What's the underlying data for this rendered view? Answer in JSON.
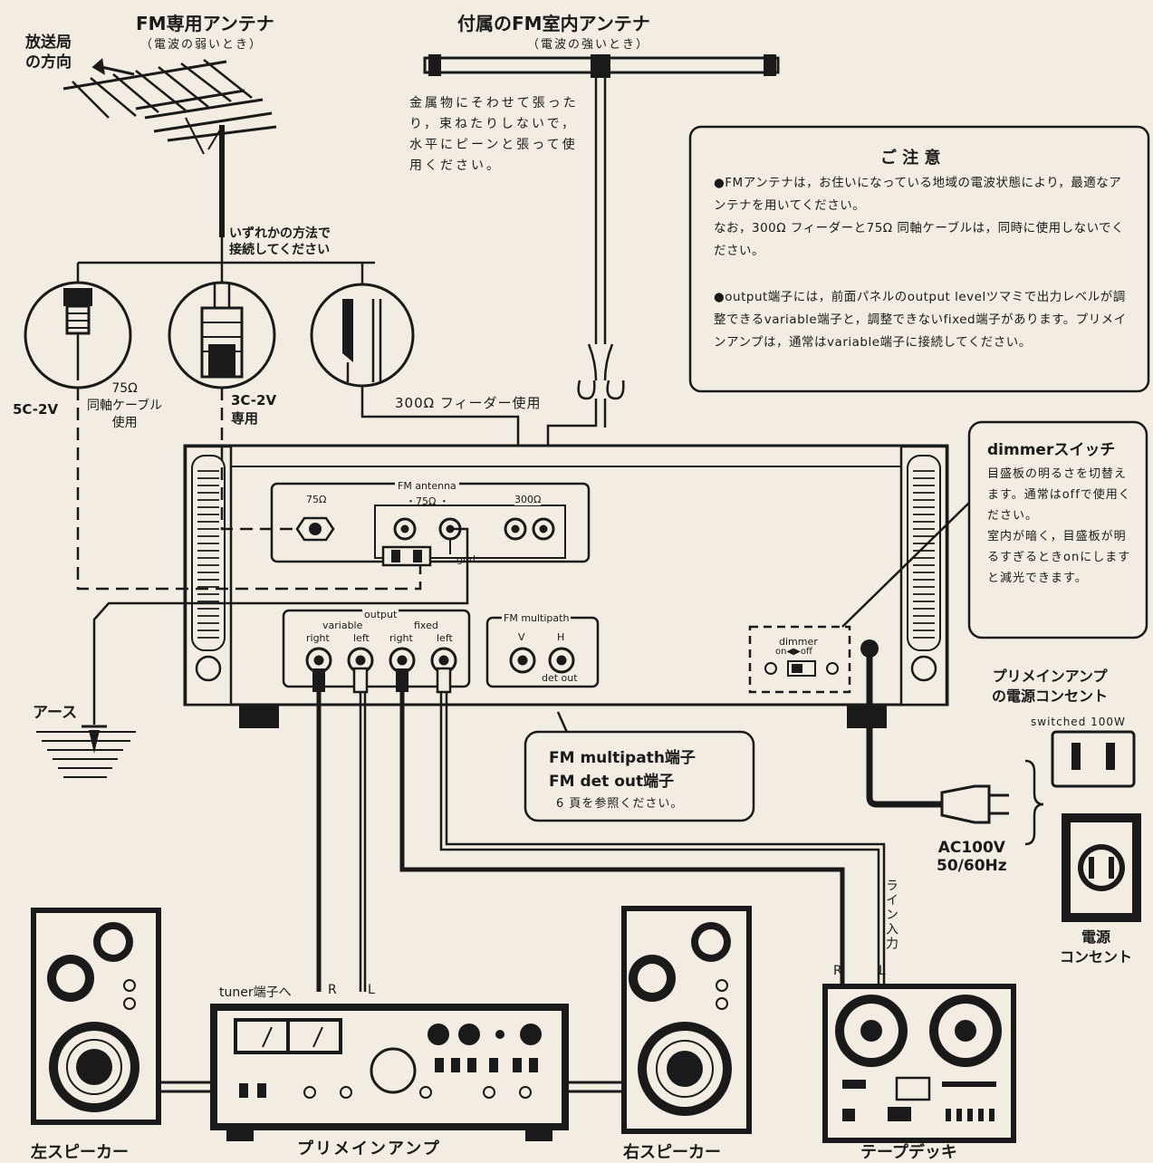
{
  "antennas": {
    "fm_dedicated": {
      "title": "FM専用アンテナ",
      "subtitle": "（電波の弱いとき）"
    },
    "broadcast_direction": "放送局\nの方向",
    "indoor": {
      "title": "付属のFM室内アンテナ",
      "subtitle": "（電波の強いとき）"
    },
    "indoor_instructions": "金属物にそわせて張ったり，束ねたりしないで，水平にピーンと張って使用ください。",
    "connect_either": "いずれかの方法で\n接続してください"
  },
  "cables": {
    "c5": "5C-2V",
    "coax75": "75Ω\n同軸ケーブル\n使用",
    "c3": "3C-2V\n専用",
    "feeder300": "300Ω フィーダー使用"
  },
  "notice": {
    "title": "ご 注 意",
    "item1": "●FMアンテナは，お住いになっている地域の電波状態により，最適なアンテナを用いてください。\nなお，300Ω フィーダーと75Ω 同軸ケーブルは，同時に使用しないでください。",
    "item2": "●output端子には，前面パネルのoutput levelツマミで出力レベルが調整できるvariable端子と，調整できないfixed端子があります。プリメインアンプは，通常はvariable端子に接続してください。"
  },
  "dimmer_box": {
    "title": "dimmerスイッチ",
    "body": "目盛板の明るさを切替えます。通常はoffで使用ください。\n室内が暗く，目盛板が明るすぎるときonにしますと減光できます。"
  },
  "rear_panel": {
    "fm_antenna": "FM antenna",
    "ohm75": "75Ω",
    "ohm75_small": "・75Ω ・",
    "ohm300": "300Ω",
    "gnd": "gnd",
    "output": "output",
    "variable": "variable",
    "fixed": "fixed",
    "right": "right",
    "left": "left",
    "fm_multipath": "FM multipath",
    "v": "V",
    "h": "H",
    "det_out": "det out",
    "dimmer": "dimmer",
    "on_off": "on◀▶off"
  },
  "multipath_callout": {
    "line1": "FM multipath端子",
    "line2": "FM det out端子",
    "line3": "6 頁を参照ください。"
  },
  "power": {
    "premain_outlet": "プリメインアンプ\nの電源コンセント",
    "switched": "switched 100W",
    "ac": "AC100V\n50/60Hz",
    "wall_outlet": "電源\nコンセント"
  },
  "ground": "アース",
  "line_in": "ライン入力",
  "tuner_terminal": "tuner端子へ",
  "r": "R",
  "l": "L",
  "devices": {
    "left_speaker": "左スピーカー",
    "amp": "プリメインアンプ",
    "right_speaker": "右スピーカー",
    "tape_deck": "テープデッキ"
  }
}
